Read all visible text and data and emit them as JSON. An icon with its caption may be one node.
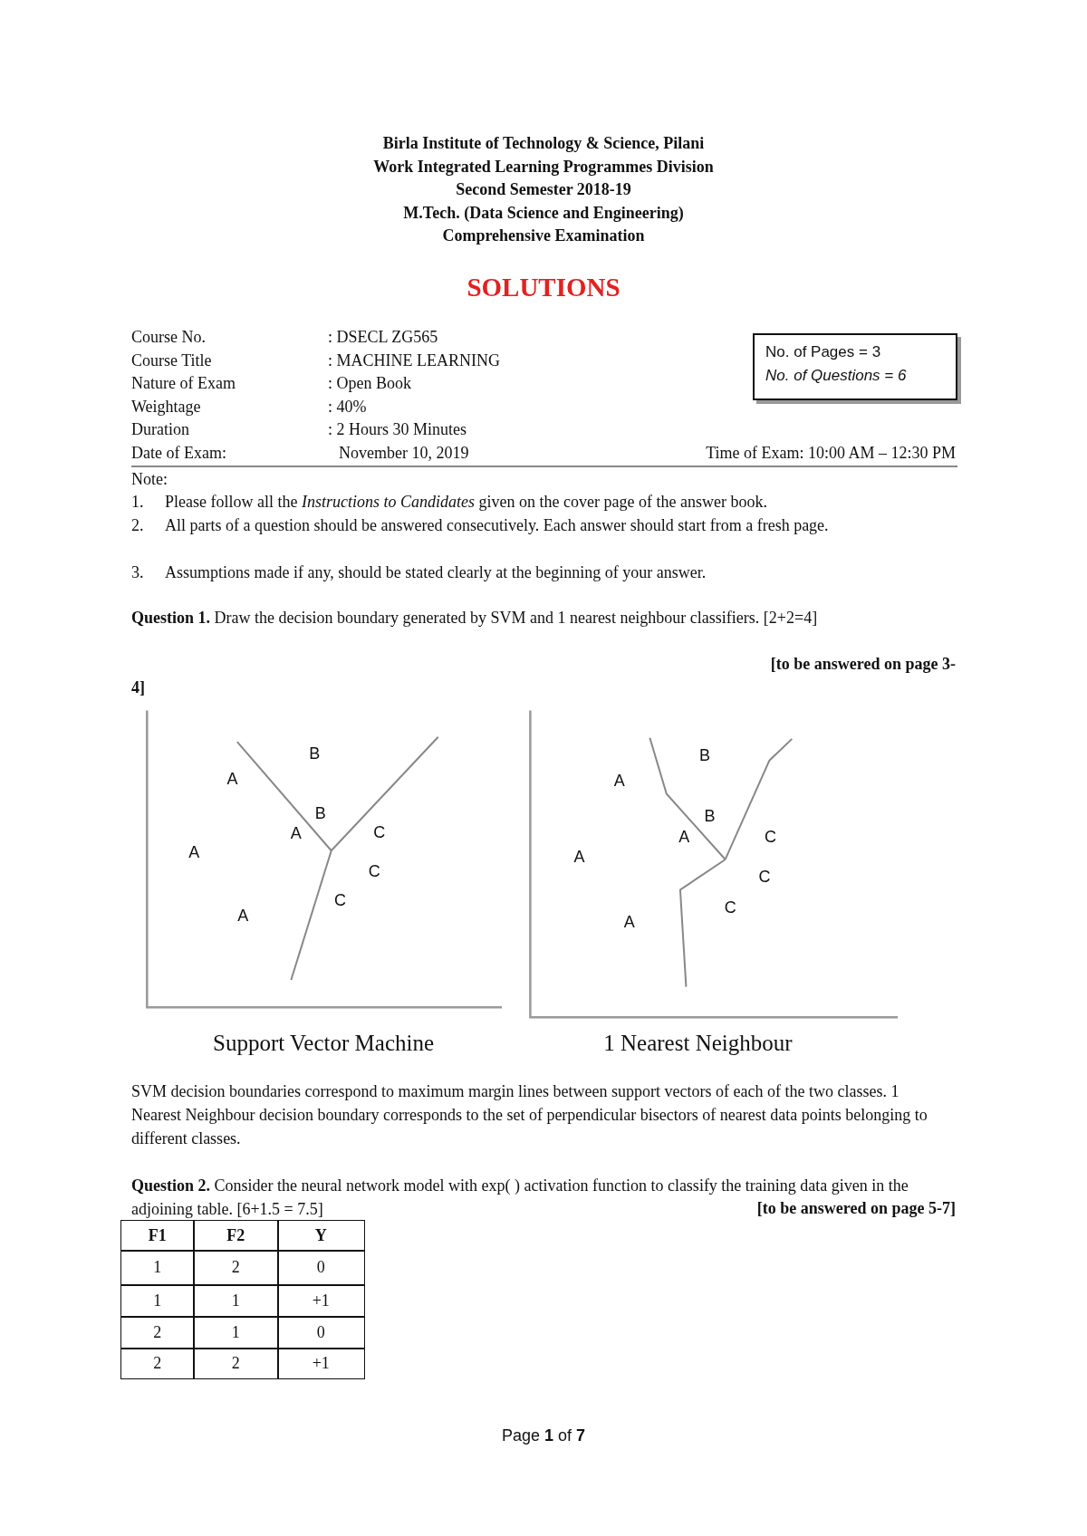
{
  "diagram": {
    "nodes": [
      {
        "text": [
          "No. of Pages = 3",
          "No. of Questions = 6"
        ]
      }
    ],
    "labels": [
      "Birla Institute of Technology & Science, Pilani",
      "Work Integrated Learning Programmes Division",
      "Second Semester 2018-19",
      "M.Tech. (Data Science and Engineering)",
      "Comprehensive Examination",
      "SOLUTIONS",
      "Course No.",
      ": DSECL ZG565",
      "Course Title",
      ": MACHINE LEARNING",
      "Nature of Exam",
      ": Open Book",
      "Weightage",
      ": 40%",
      "Duration",
      ": 2 Hours 30 Minutes",
      "Date of Exam:",
      "November 10, 2019",
      "Time of Exam: 10:00 AM – 12:30 PM",
      "Note:",
      "1.",
      "Please follow all the *Instructions to Candidates* given on the cover page of the answer book.",
      "2.",
      "All parts of a question should be answered consecutively. Each answer should start from a fresh page.",
      "3.",
      "Assumptions made if any, should be stated clearly at the beginning of your answer.",
      "**Question 1.** Draw the decision boundary generated by SVM and 1 nearest neighbour classifiers. [2+2=4]",
      "[to be answered on page 3-",
      "4]",
      "B",
      "A",
      "B",
      "A",
      "C",
      "A",
      "C",
      "C",
      "A",
      "B",
      "A",
      "B",
      "A",
      "C",
      "A",
      "C",
      "C",
      "A",
      "Support Vector Machine",
      "1 Nearest Neighbour",
      "SVM decision boundaries correspond to maximum margin lines between support vectors of each of the two classes. 1 Nearest Neighbour decision boundary corresponds to the set of perpendicular bisectors of nearest data points belonging to different classes.",
      "**Question 2.** Consider the neural network model with exp( ) activation function to classify the training data given in the adjoining table. [6+1.5 = 7.5]",
      "[to be answered on page 5-7]",
      "F1",
      "F2",
      "Y",
      "1",
      "2",
      "0",
      "1",
      "1",
      "+1",
      "2",
      "1",
      "0",
      "2",
      "2",
      "+1",
      "Page **1** of **7**"
    ]
  }
}
